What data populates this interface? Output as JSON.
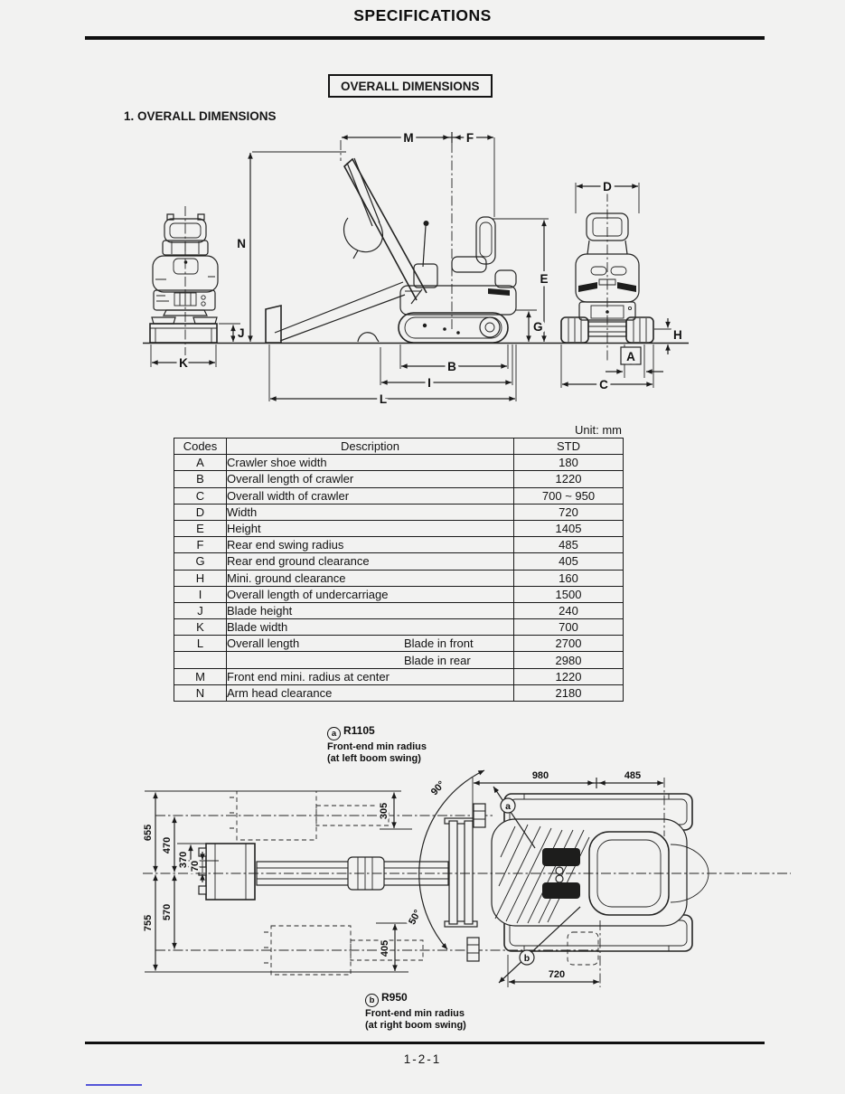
{
  "page": {
    "title": "SPECIFICATIONS",
    "page_number": "1-2-1"
  },
  "headings": {
    "boxed": "OVERALL DIMENSIONS",
    "section": "1. OVERALL DIMENSIONS"
  },
  "table": {
    "unit_label": "Unit: mm",
    "headers": [
      "Codes",
      "Description",
      "STD"
    ],
    "rows": [
      {
        "code": "A",
        "description": "Crawler shoe width",
        "sub": "",
        "std": "180"
      },
      {
        "code": "B",
        "description": "Overall length of crawler",
        "sub": "",
        "std": "1220"
      },
      {
        "code": "C",
        "description": "Overall width of crawler",
        "sub": "",
        "std": "700 ~ 950"
      },
      {
        "code": "D",
        "description": "Width",
        "sub": "",
        "std": "720"
      },
      {
        "code": "E",
        "description": "Height",
        "sub": "",
        "std": "1405"
      },
      {
        "code": "F",
        "description": "Rear end swing radius",
        "sub": "",
        "std": "485"
      },
      {
        "code": "G",
        "description": "Rear end ground clearance",
        "sub": "",
        "std": "405"
      },
      {
        "code": "H",
        "description": "Mini. ground clearance",
        "sub": "",
        "std": "160"
      },
      {
        "code": "I",
        "description": "Overall length of undercarriage",
        "sub": "",
        "std": "1500"
      },
      {
        "code": "J",
        "description": "Blade height",
        "sub": "",
        "std": "240"
      },
      {
        "code": "K",
        "description": "Blade width",
        "sub": "",
        "std": "700"
      },
      {
        "code": "L",
        "description": "Overall length",
        "sub": "Blade in front",
        "std": "2700"
      },
      {
        "code": "",
        "description": "",
        "sub": "Blade in rear",
        "std": "2980"
      },
      {
        "code": "M",
        "description": "Front end mini. radius at center",
        "sub": "",
        "std": "1220"
      },
      {
        "code": "N",
        "description": "Arm head clearance",
        "sub": "",
        "std": "2180"
      }
    ]
  },
  "main_diagram": {
    "labels": {
      "M": "M",
      "F": "F",
      "N": "N",
      "D": "D",
      "E": "E",
      "G": "G",
      "H": "H",
      "J": "J",
      "K": "K",
      "B": "B",
      "I": "I",
      "L": "L",
      "A": "A",
      "C": "C"
    }
  },
  "top_view_diagram": {
    "note_a": {
      "mark": "a",
      "radius": "R1105",
      "line1": "Front-end min radius",
      "line2": "(at left boom swing)"
    },
    "note_b": {
      "mark": "b",
      "radius": "R950",
      "line1": "Front-end min radius",
      "line2": "(at right boom swing)"
    },
    "marks": {
      "a": "a",
      "b": "b"
    },
    "dims": {
      "d980": "980",
      "d485": "485",
      "d305": "305",
      "d655": "655",
      "d470": "470",
      "d370": "370",
      "d70": "70",
      "d755": "755",
      "d570": "570",
      "d405": "405",
      "d720": "720",
      "a90": "90°",
      "a50": "50°"
    }
  }
}
